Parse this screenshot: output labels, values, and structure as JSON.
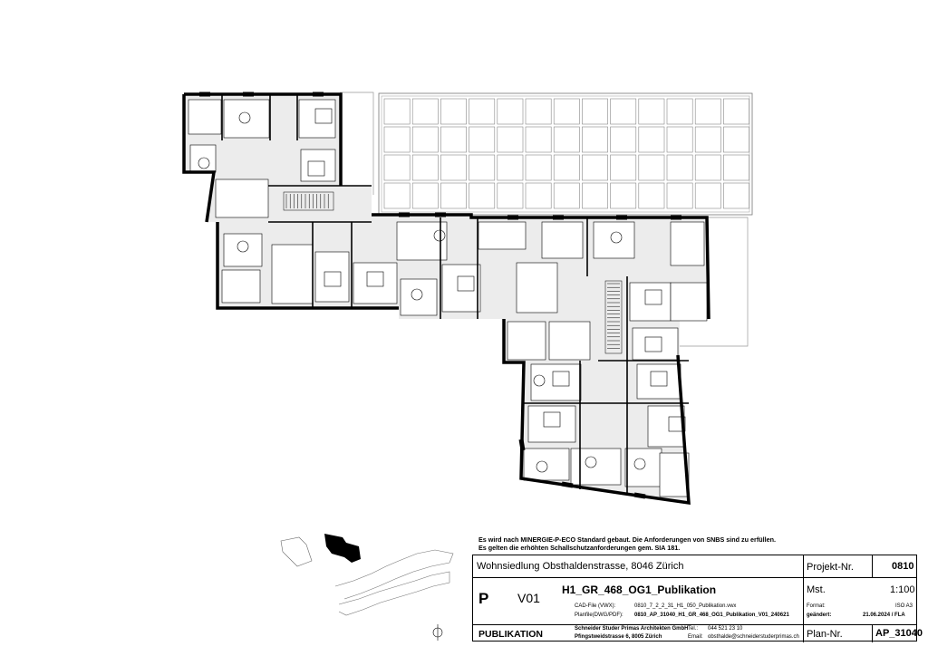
{
  "notes": {
    "line1": "Es wird nach MINERGIE-P-ECO Standard gebaut. Die Anforderungen von SNBS sind zu erfüllen.",
    "line2": "Es gelten die erhöhten Schallschutzanforderungen gem. SIA 181."
  },
  "titleblock": {
    "project_name": "Wohnsiedlung Obsthaldenstrasse, 8046 Zürich",
    "projekt_nr_label": "Projekt-Nr.",
    "projekt_nr": "0810",
    "phase_letter": "P",
    "version": "V01",
    "plan_title": "H1_GR_468_OG1_Publikation",
    "mst_label": "Mst.",
    "mst": "1:100",
    "cad_label": "CAD-File (VWX):",
    "cad_value": "0810_7_2_2_31_H1_050_Publikation.vwx",
    "planfile_label": "Planfile(DWG/PDF):",
    "planfile_value": "0810_AP_31040_H1_GR_468_OG1_Publikation_V01_240621",
    "format_label": "Format:",
    "format_value": "ISO A3",
    "geaendert_label": "geändert:",
    "geaendert_value": "21.06.2024 / FLA",
    "status": "PUBLIKATION",
    "firm_name": "Schneider Studer Primas Architekten GmbH",
    "firm_address": "Pfingstweidstrasse 6, 8005 Zürich",
    "tel_label": "Tel.:",
    "tel_value": "044 521 23 10",
    "email_label": "Email:",
    "email_value": "obsthalde@schneiderstuderprimas.ch",
    "plan_nr_label": "Plan-Nr.",
    "plan_nr": "AP_31040"
  },
  "icons": [
    "north-arrow-icon"
  ]
}
